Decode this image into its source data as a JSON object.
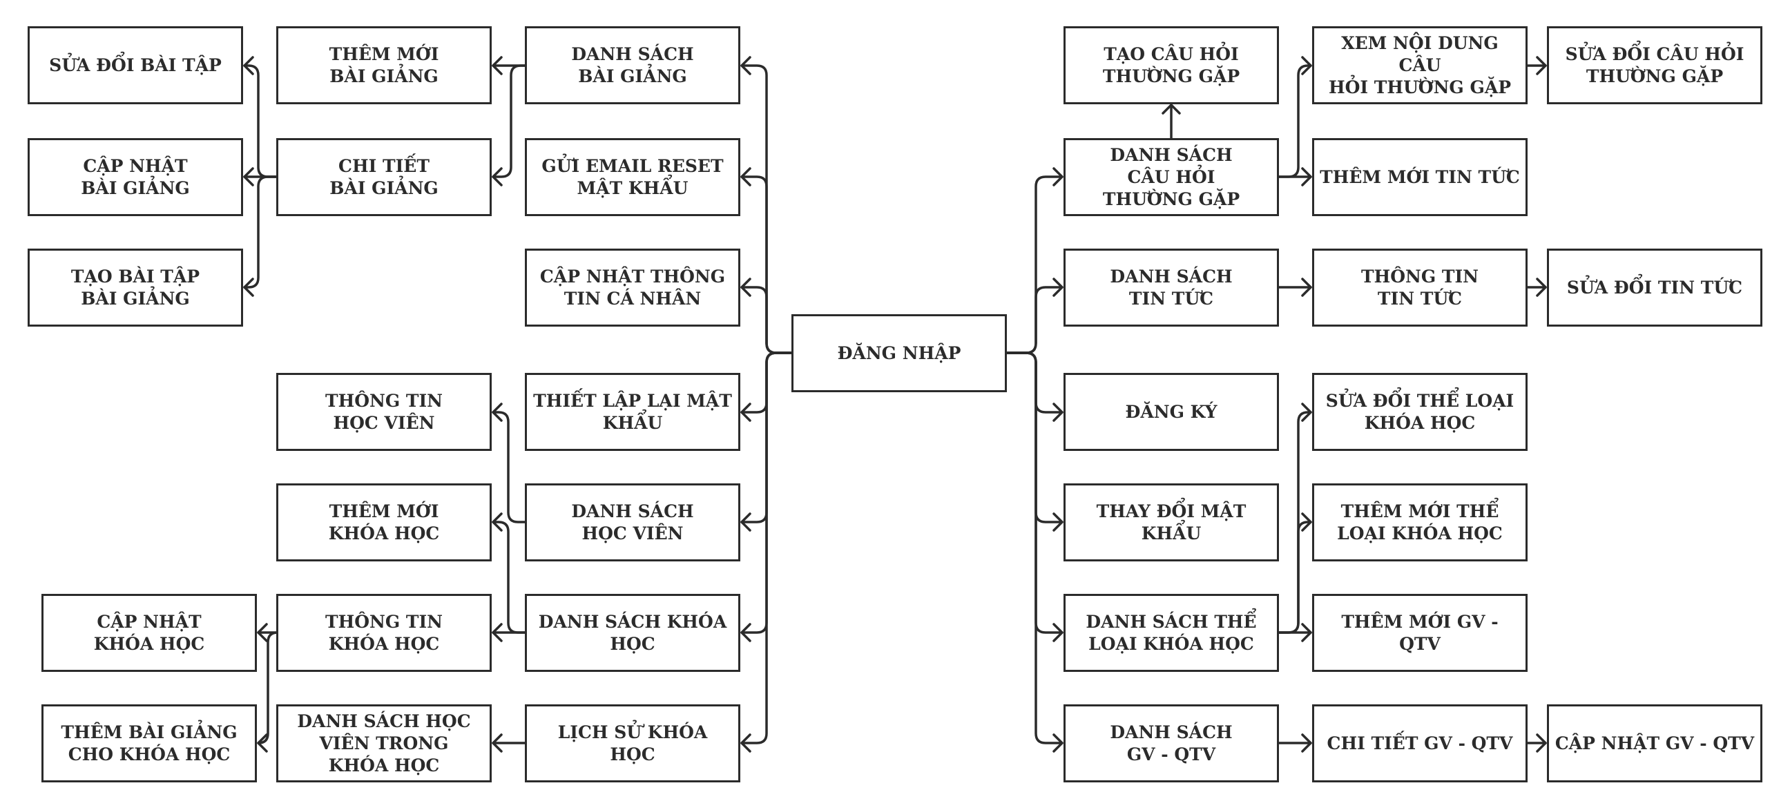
{
  "diagram": {
    "nodes": {
      "dang_nhap": "ĐĂNG NHẬP",
      "sua_doi_bai_tap": "SỬA ĐỔI BÀI TẬP",
      "cap_nhat_bai_giang": "CẬP NHẬT\nBÀI GIẢNG",
      "tao_bai_tap": "TẠO BÀI TẬP\nBÀI GIẢNG",
      "them_moi_bai_giang": "THÊM MỚI\nBÀI GIẢNG",
      "chi_tiet_bai_giang": "CHI TIẾT\nBÀI GIẢNG",
      "danh_sach_bai_giang": "DANH SÁCH\nBÀI GIẢNG",
      "gui_email_reset": "GỬI EMAIL RESET\nMẬT KHẨU",
      "cap_nhat_thong_tin": "CẬP NHẬT THÔNG\nTIN CÁ NHÂN",
      "thiet_lap_lai_mk": "THIẾT LẬP LẠI MẬT\nKHẨU",
      "danh_sach_hoc_vien": "DANH SÁCH\nHỌC VIÊN",
      "danh_sach_khoa_hoc": "DANH SÁCH KHÓA\nHỌC",
      "lich_su_khoa_hoc": "LỊCH SỬ KHÓA HỌC",
      "thong_tin_hoc_vien": "THÔNG TIN\nHỌC VIÊN",
      "them_moi_khoa_hoc": "THÊM MỚI\nKHÓA HỌC",
      "thong_tin_khoa_hoc": "THÔNG TIN\nKHÓA HỌC",
      "ds_hv_trong_khoa_hoc": "DANH SÁCH HỌC\nVIÊN TRONG\nKHÓA HỌC",
      "cap_nhat_khoa_hoc": "CẬP NHẬT\nKHÓA HỌC",
      "them_bai_giang_kh": "THÊM BÀI GIẢNG\nCHO KHÓA HỌC",
      "tao_cau_hoi": "TẠO CÂU HỎI\nTHƯỜNG GẶP",
      "ds_cau_hoi": "DANH SÁCH\nCÂU HỎI\nTHƯỜNG GẶP",
      "ds_tin_tuc": "DANH SÁCH\nTIN TỨC",
      "dang_ky": "ĐĂNG KÝ",
      "thay_doi_mk": "THAY ĐỔI MẬT\nKHẨU",
      "ds_the_loai": "DANH SÁCH THỂ\nLOẠI KHÓA HỌC",
      "ds_gv_qtv": "DANH SÁCH\nGV - QTV",
      "xem_noi_dung_ch": "XEM NỘI DUNG CÂU\nHỎI THƯỜNG GẶP",
      "sua_doi_ch": "SỬA ĐỔI CÂU HỎI\nTHƯỜNG GẶP",
      "them_moi_tin_tuc": "THÊM MỚI TIN TỨC",
      "thong_tin_tin_tuc": "THÔNG TIN\nTIN TỨC",
      "sua_doi_tin_tuc": "SỬA ĐỔI TIN TỨC",
      "sua_doi_the_loai": "SỬA ĐỔI THỂ LOẠI\nKHÓA HỌC",
      "them_moi_the_loai": "THÊM MỚI THỂ\nLOẠI KHÓA HỌC",
      "them_moi_gv": "THÊM MỚI GV - QTV",
      "chi_tiet_gv": "CHI TIẾT GV - QTV",
      "cap_nhat_gv": "CẬP NHẬT GV - QTV"
    },
    "colors": {
      "stroke": "#2b2b2b",
      "fill": "#ffffff"
    }
  }
}
